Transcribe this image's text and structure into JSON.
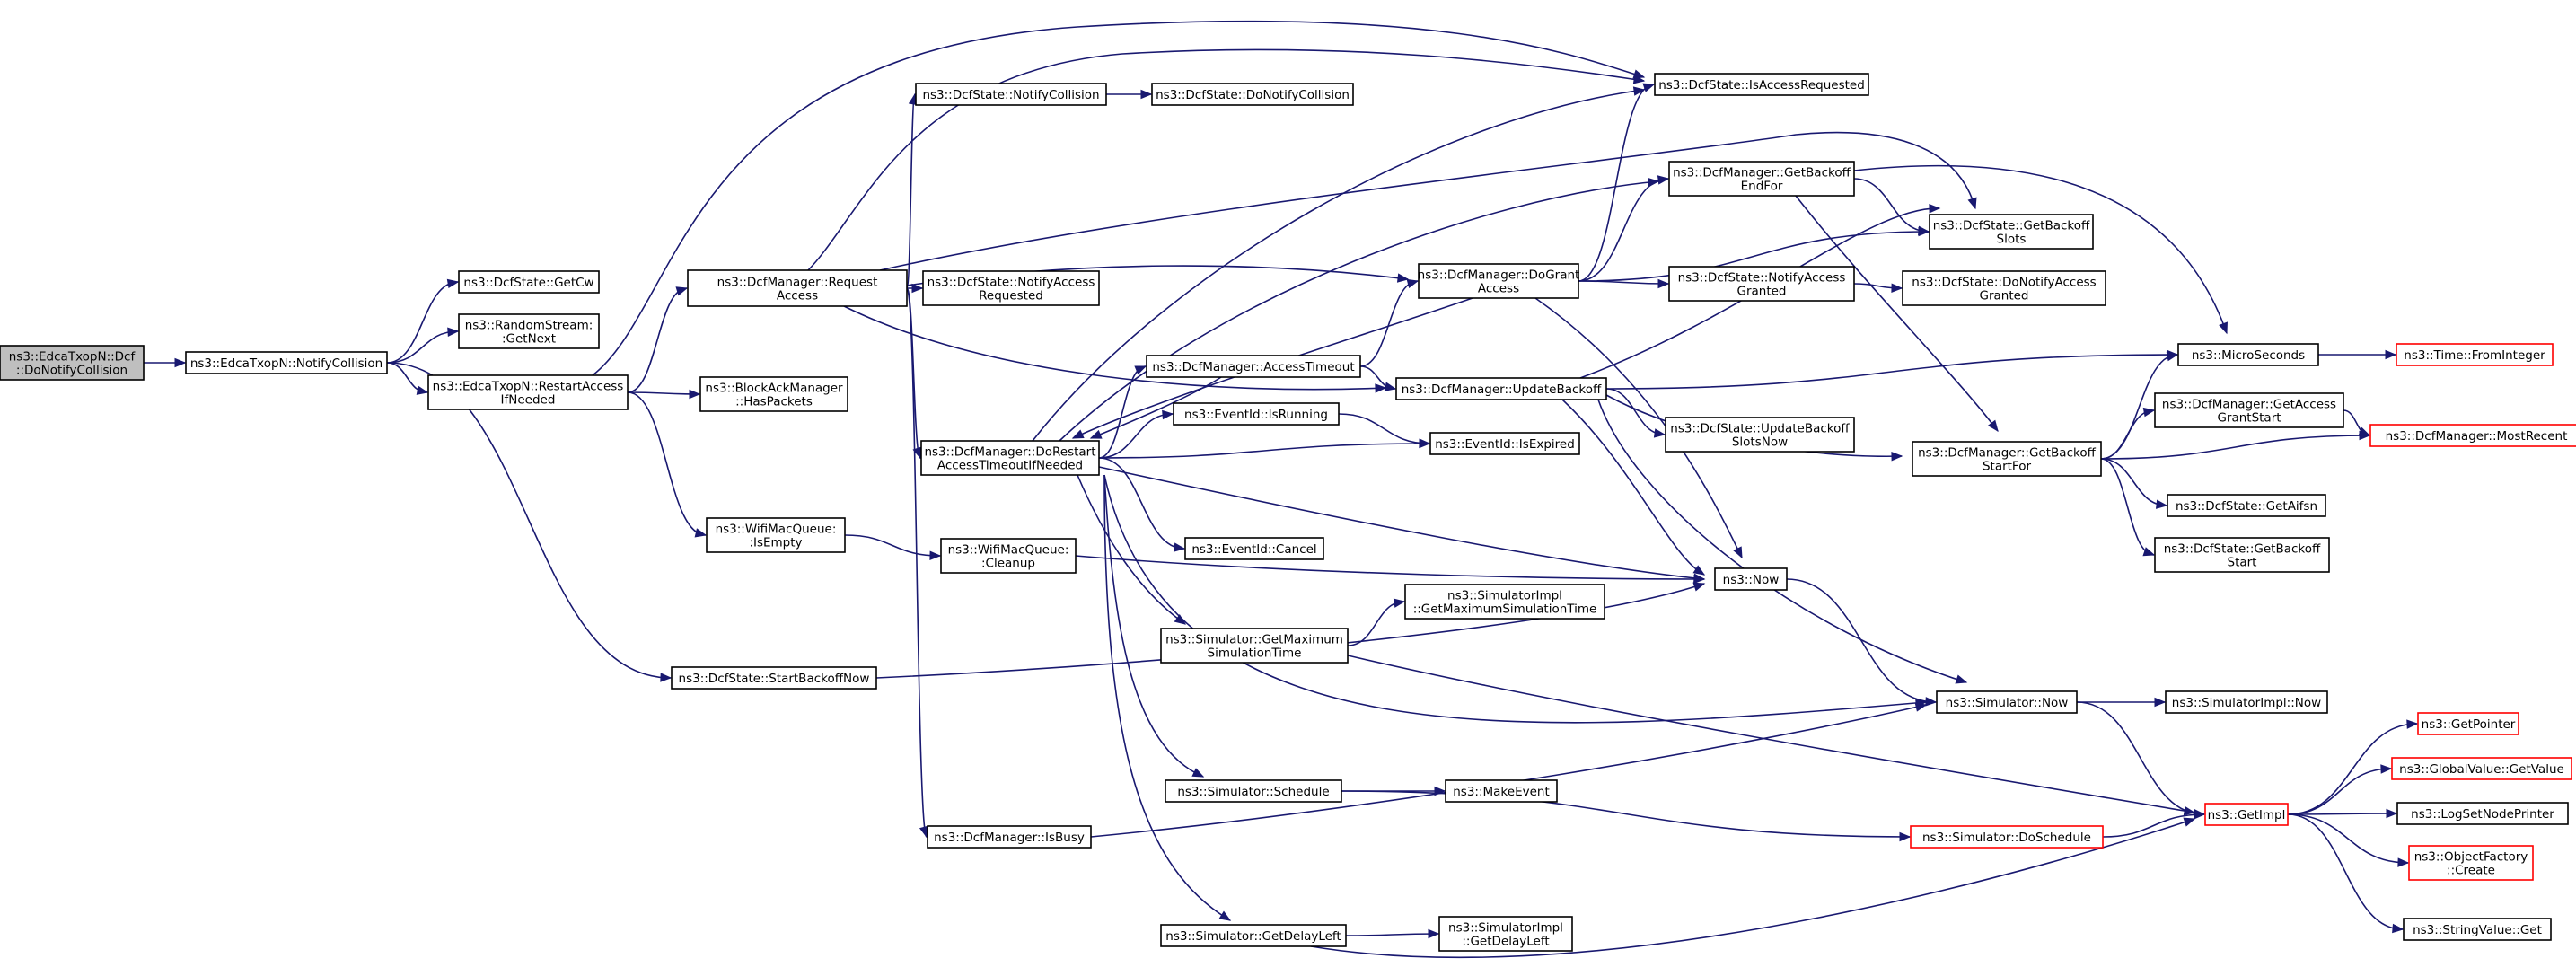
{
  "graph": {
    "title": "",
    "colors": {
      "edge": "#191970",
      "node_border": "#000000",
      "truncated_border": "#ff0000",
      "root_fill": "#bfbfbf",
      "background": "#ffffff"
    },
    "nodes": [
      {
        "id": "root",
        "lines": [
          "ns3::EdcaTxopN::Dcf",
          "::DoNotifyCollision"
        ],
        "root": true
      },
      {
        "id": "notifyCollision",
        "lines": [
          "ns3::EdcaTxopN::NotifyCollision"
        ]
      },
      {
        "id": "getCw",
        "lines": [
          "ns3::DcfState::GetCw"
        ]
      },
      {
        "id": "randomNext",
        "lines": [
          "ns3::RandomStream:",
          ":GetNext"
        ]
      },
      {
        "id": "restartAccess",
        "lines": [
          "ns3::EdcaTxopN::RestartAccess",
          "IfNeeded"
        ]
      },
      {
        "id": "startBackoffNow",
        "lines": [
          "ns3::DcfState::StartBackoffNow"
        ]
      },
      {
        "id": "requestAccess",
        "lines": [
          "ns3::DcfManager::Request",
          "Access"
        ]
      },
      {
        "id": "hasPackets",
        "lines": [
          "ns3::BlockAckManager",
          "::HasPackets"
        ]
      },
      {
        "id": "queueIsEmpty",
        "lines": [
          "ns3::WifiMacQueue:",
          ":IsEmpty"
        ]
      },
      {
        "id": "dcfNotifyCollision",
        "lines": [
          "ns3::DcfState::NotifyCollision"
        ]
      },
      {
        "id": "dcfNotifyAccessReq",
        "lines": [
          "ns3::DcfState::NotifyAccess",
          "Requested"
        ]
      },
      {
        "id": "doRestart",
        "lines": [
          "ns3::DcfManager::DoRestart",
          "AccessTimeoutIfNeeded"
        ]
      },
      {
        "id": "queueCleanup",
        "lines": [
          "ns3::WifiMacQueue:",
          ":Cleanup"
        ]
      },
      {
        "id": "isBusy",
        "lines": [
          "ns3::DcfManager::IsBusy"
        ]
      },
      {
        "id": "doNotifyCollision",
        "lines": [
          "ns3::DcfState::DoNotifyCollision"
        ]
      },
      {
        "id": "accessTimeout",
        "lines": [
          "ns3::DcfManager::AccessTimeout"
        ]
      },
      {
        "id": "isRunning",
        "lines": [
          "ns3::EventId::IsRunning"
        ]
      },
      {
        "id": "eventCancel",
        "lines": [
          "ns3::EventId::Cancel"
        ]
      },
      {
        "id": "getMaxSimTime",
        "lines": [
          "ns3::Simulator::GetMaximum",
          "SimulationTime"
        ]
      },
      {
        "id": "schedule",
        "lines": [
          "ns3::Simulator::Schedule"
        ]
      },
      {
        "id": "getDelayLeft",
        "lines": [
          "ns3::Simulator::GetDelayLeft"
        ]
      },
      {
        "id": "isAccessRequested",
        "lines": [
          "ns3::DcfState::IsAccessRequested"
        ]
      },
      {
        "id": "getBackoffEndFor",
        "lines": [
          "ns3::DcfManager::GetBackoff",
          "EndFor"
        ]
      },
      {
        "id": "doGrantAccess",
        "lines": [
          "ns3::DcfManager::DoGrant",
          "Access"
        ]
      },
      {
        "id": "updateBackoff",
        "lines": [
          "ns3::DcfManager::UpdateBackoff"
        ]
      },
      {
        "id": "isExpired",
        "lines": [
          "ns3::EventId::IsExpired"
        ]
      },
      {
        "id": "now",
        "lines": [
          "ns3::Now"
        ]
      },
      {
        "id": "implGetMax",
        "lines": [
          "ns3::SimulatorImpl",
          "::GetMaximumSimulationTime"
        ]
      },
      {
        "id": "makeEvent",
        "lines": [
          "ns3::MakeEvent"
        ]
      },
      {
        "id": "implGetDelayLeft",
        "lines": [
          "ns3::SimulatorImpl",
          "::GetDelayLeft"
        ]
      },
      {
        "id": "notifyAccessGranted",
        "lines": [
          "ns3::DcfState::NotifyAccess",
          "Granted"
        ]
      },
      {
        "id": "updateBackoffSlotsNow",
        "lines": [
          "ns3::DcfState::UpdateBackoff",
          "SlotsNow"
        ]
      },
      {
        "id": "getBackoffSlots",
        "lines": [
          "ns3::DcfState::GetBackoff",
          "Slots"
        ]
      },
      {
        "id": "doNotifyAccessGranted",
        "lines": [
          "ns3::DcfState::DoNotifyAccess",
          "Granted"
        ]
      },
      {
        "id": "getBackoffStartFor",
        "lines": [
          "ns3::DcfManager::GetBackoff",
          "StartFor"
        ]
      },
      {
        "id": "simNow",
        "lines": [
          "ns3::Simulator::Now"
        ]
      },
      {
        "id": "doSchedule",
        "lines": [
          "ns3::Simulator::DoSchedule"
        ],
        "truncated": true
      },
      {
        "id": "microSeconds",
        "lines": [
          "ns3::MicroSeconds"
        ]
      },
      {
        "id": "getAccessGrantStart",
        "lines": [
          "ns3::DcfManager::GetAccess",
          "GrantStart"
        ]
      },
      {
        "id": "getAifsn",
        "lines": [
          "ns3::DcfState::GetAifsn"
        ]
      },
      {
        "id": "getBackoffStart",
        "lines": [
          "ns3::DcfState::GetBackoff",
          "Start"
        ]
      },
      {
        "id": "getImpl",
        "lines": [
          "ns3::GetImpl"
        ],
        "truncated": true
      },
      {
        "id": "implNow",
        "lines": [
          "ns3::SimulatorImpl::Now"
        ]
      },
      {
        "id": "fromInteger",
        "lines": [
          "ns3::Time::FromInteger"
        ],
        "truncated": true
      },
      {
        "id": "mostRecent",
        "lines": [
          "ns3::DcfManager::MostRecent"
        ],
        "truncated": true
      },
      {
        "id": "getPointer",
        "lines": [
          "ns3::GetPointer"
        ],
        "truncated": true
      },
      {
        "id": "globalValueGet",
        "lines": [
          "ns3::GlobalValue::GetValue"
        ],
        "truncated": true
      },
      {
        "id": "logSetNodePrinter",
        "lines": [
          "ns3::LogSetNodePrinter"
        ]
      },
      {
        "id": "objectFactoryCreate",
        "lines": [
          "ns3::ObjectFactory",
          "::Create"
        ],
        "truncated": true
      },
      {
        "id": "stringValueGet",
        "lines": [
          "ns3::StringValue::Get"
        ]
      }
    ],
    "edges": [
      [
        "root",
        "notifyCollision"
      ],
      [
        "notifyCollision",
        "getCw"
      ],
      [
        "notifyCollision",
        "randomNext"
      ],
      [
        "notifyCollision",
        "restartAccess"
      ],
      [
        "notifyCollision",
        "startBackoffNow"
      ],
      [
        "restartAccess",
        "requestAccess"
      ],
      [
        "restartAccess",
        "hasPackets"
      ],
      [
        "restartAccess",
        "queueIsEmpty"
      ],
      [
        "restartAccess",
        "isAccessRequested"
      ],
      [
        "requestAccess",
        "dcfNotifyCollision"
      ],
      [
        "requestAccess",
        "dcfNotifyAccessReq"
      ],
      [
        "requestAccess",
        "doRestart"
      ],
      [
        "requestAccess",
        "isBusy"
      ],
      [
        "requestAccess",
        "isAccessRequested"
      ],
      [
        "requestAccess",
        "doGrantAccess"
      ],
      [
        "requestAccess",
        "updateBackoff"
      ],
      [
        "requestAccess",
        "getBackoffSlots"
      ],
      [
        "dcfNotifyCollision",
        "doNotifyCollision"
      ],
      [
        "queueIsEmpty",
        "queueCleanup"
      ],
      [
        "queueCleanup",
        "now"
      ],
      [
        "startBackoffNow",
        "now"
      ],
      [
        "isBusy",
        "simNow"
      ],
      [
        "doRestart",
        "isAccessRequested"
      ],
      [
        "doRestart",
        "getBackoffEndFor"
      ],
      [
        "doRestart",
        "accessTimeout"
      ],
      [
        "doRestart",
        "isRunning"
      ],
      [
        "doRestart",
        "isExpired"
      ],
      [
        "doRestart",
        "eventCancel"
      ],
      [
        "doRestart",
        "now"
      ],
      [
        "doRestart",
        "getMaxSimTime"
      ],
      [
        "doRestart",
        "simNow"
      ],
      [
        "doRestart",
        "schedule"
      ],
      [
        "doRestart",
        "getDelayLeft"
      ],
      [
        "accessTimeout",
        "doGrantAccess"
      ],
      [
        "accessTimeout",
        "updateBackoff"
      ],
      [
        "accessTimeout",
        "doRestart"
      ],
      [
        "isRunning",
        "isExpired"
      ],
      [
        "getMaxSimTime",
        "implGetMax"
      ],
      [
        "getMaxSimTime",
        "getImpl"
      ],
      [
        "schedule",
        "makeEvent"
      ],
      [
        "schedule",
        "doSchedule"
      ],
      [
        "getDelayLeft",
        "implGetDelayLeft"
      ],
      [
        "getDelayLeft",
        "getImpl"
      ],
      [
        "doGrantAccess",
        "isAccessRequested"
      ],
      [
        "doGrantAccess",
        "getBackoffEndFor"
      ],
      [
        "doGrantAccess",
        "getBackoffSlots"
      ],
      [
        "doGrantAccess",
        "notifyAccessGranted"
      ],
      [
        "doGrantAccess",
        "now"
      ],
      [
        "doGrantAccess",
        "doRestart"
      ],
      [
        "notifyAccessGranted",
        "doNotifyAccessGranted"
      ],
      [
        "getBackoffEndFor",
        "getBackoffSlots"
      ],
      [
        "getBackoffEndFor",
        "microSeconds"
      ],
      [
        "getBackoffEndFor",
        "getBackoffStartFor"
      ],
      [
        "updateBackoff",
        "getBackoffSlots"
      ],
      [
        "updateBackoff",
        "microSeconds"
      ],
      [
        "updateBackoff",
        "updateBackoffSlotsNow"
      ],
      [
        "updateBackoff",
        "getBackoffStartFor"
      ],
      [
        "updateBackoff",
        "now"
      ],
      [
        "updateBackoff",
        "simNow"
      ],
      [
        "getBackoffStartFor",
        "microSeconds"
      ],
      [
        "getBackoffStartFor",
        "getAccessGrantStart"
      ],
      [
        "getBackoffStartFor",
        "mostRecent"
      ],
      [
        "getBackoffStartFor",
        "getAifsn"
      ],
      [
        "getBackoffStartFor",
        "getBackoffStart"
      ],
      [
        "getAccessGrantStart",
        "mostRecent"
      ],
      [
        "microSeconds",
        "fromInteger"
      ],
      [
        "now",
        "simNow"
      ],
      [
        "simNow",
        "implNow"
      ],
      [
        "simNow",
        "getImpl"
      ],
      [
        "doSchedule",
        "getImpl"
      ],
      [
        "getImpl",
        "getPointer"
      ],
      [
        "getImpl",
        "globalValueGet"
      ],
      [
        "getImpl",
        "logSetNodePrinter"
      ],
      [
        "getImpl",
        "objectFactoryCreate"
      ],
      [
        "getImpl",
        "stringValueGet"
      ]
    ]
  }
}
